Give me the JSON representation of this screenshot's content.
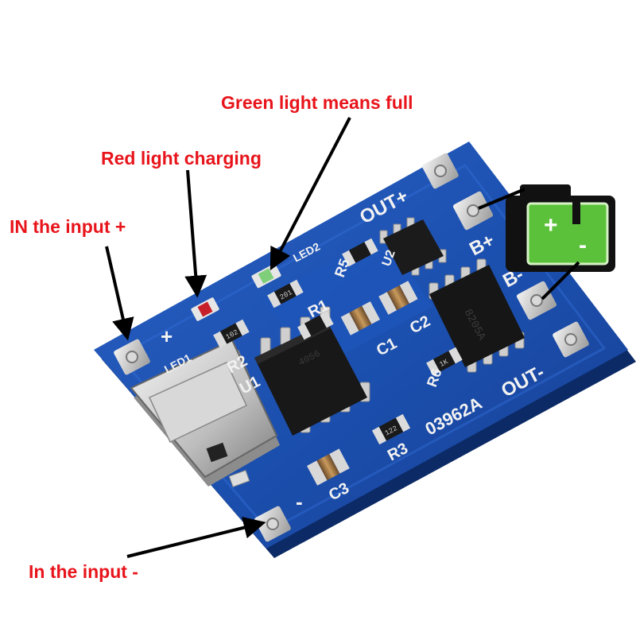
{
  "callouts": {
    "green_light": "Green light means full",
    "red_light": "Red light charging",
    "input_plus": "IN the input +",
    "input_minus": "In the input -"
  },
  "silkscreen": {
    "out_plus": "OUT+",
    "out_minus": "OUT-",
    "b_plus": "B+",
    "b_minus": "B-",
    "led1": "LED1",
    "led2": "LED2",
    "plus": "+",
    "minus": "-",
    "r1": "R1",
    "r2": "R2",
    "r3": "R3",
    "r5": "R5",
    "r6": "R6",
    "c1": "C1",
    "c2": "C2",
    "c3": "C3",
    "u1": "U1",
    "u2": "U2",
    "board_id": "03962A",
    "res_102": "102",
    "res_201": "201",
    "res_122": "122",
    "res_1k": "1K",
    "chip_u2": "8205A",
    "chip_u1": "4056"
  },
  "colors": {
    "pcb": "#1b4fae",
    "callout_text": "#e8141b",
    "battery_green": "#5cc13a"
  },
  "icons": {
    "battery": "battery-icon"
  }
}
